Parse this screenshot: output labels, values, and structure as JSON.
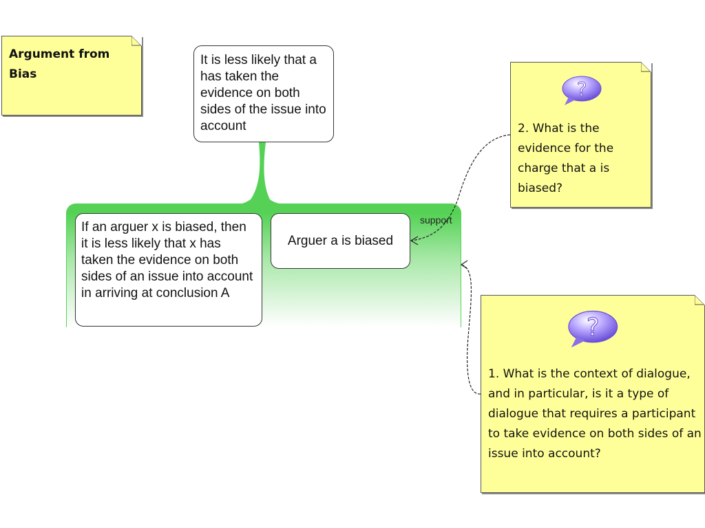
{
  "title_note": {
    "text": "Argument from Bias"
  },
  "conclusion": {
    "text": "It is less likely that a has taken the evidence on both sides of the issue into account"
  },
  "premises": [
    {
      "text": "If an arguer x is biased, then it is less likely that x has taken the evidence on both sides of an issue into account in arriving at conclusion A"
    },
    {
      "text": "Arguer a is biased"
    }
  ],
  "support_label": "support",
  "critical_questions": [
    {
      "icon": "question-bubble-icon",
      "text": "2. What is the evidence for the charge that a is biased?"
    },
    {
      "icon": "question-bubble-icon",
      "text": "1. What is the context of dialogue, and in particular, is it a type of dialogue that requires a participant to take evidence on both sides of an issue into account?"
    }
  ],
  "colors": {
    "note_fill": "#ffff99",
    "link_green": "#55d255",
    "box_border": "#333333"
  }
}
